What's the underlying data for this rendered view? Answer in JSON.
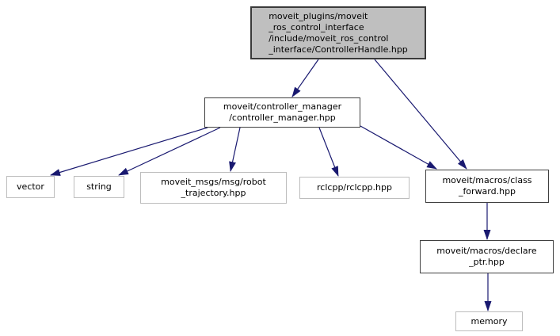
{
  "diagram": {
    "type": "include-dependency-graph",
    "arrow_color": "#191970",
    "main_node_fill": "#bfbfbf",
    "node_fill": "#ffffff",
    "leaf_border_color": "#bdbdbd",
    "linked_border_color": "#404040",
    "nodes": {
      "main": {
        "label": "moveit_plugins/moveit\n_ros_control_interface\n/include/moveit_ros_control\n_interface/ControllerHandle.hpp"
      },
      "controller_manager": {
        "label": "moveit/controller_manager\n/controller_manager.hpp"
      },
      "vector": {
        "label": "vector"
      },
      "string": {
        "label": "string"
      },
      "robot_trajectory": {
        "label": "moveit_msgs/msg/robot\n_trajectory.hpp"
      },
      "rclcpp": {
        "label": "rclcpp/rclcpp.hpp"
      },
      "class_forward": {
        "label": "moveit/macros/class\n_forward.hpp"
      },
      "declare_ptr": {
        "label": "moveit/macros/declare\n_ptr.hpp"
      },
      "memory": {
        "label": "memory"
      }
    },
    "edges": [
      {
        "from": "main",
        "to": "controller_manager"
      },
      {
        "from": "main",
        "to": "class_forward"
      },
      {
        "from": "controller_manager",
        "to": "vector"
      },
      {
        "from": "controller_manager",
        "to": "string"
      },
      {
        "from": "controller_manager",
        "to": "robot_trajectory"
      },
      {
        "from": "controller_manager",
        "to": "rclcpp"
      },
      {
        "from": "controller_manager",
        "to": "class_forward"
      },
      {
        "from": "class_forward",
        "to": "declare_ptr"
      },
      {
        "from": "declare_ptr",
        "to": "memory"
      }
    ]
  }
}
